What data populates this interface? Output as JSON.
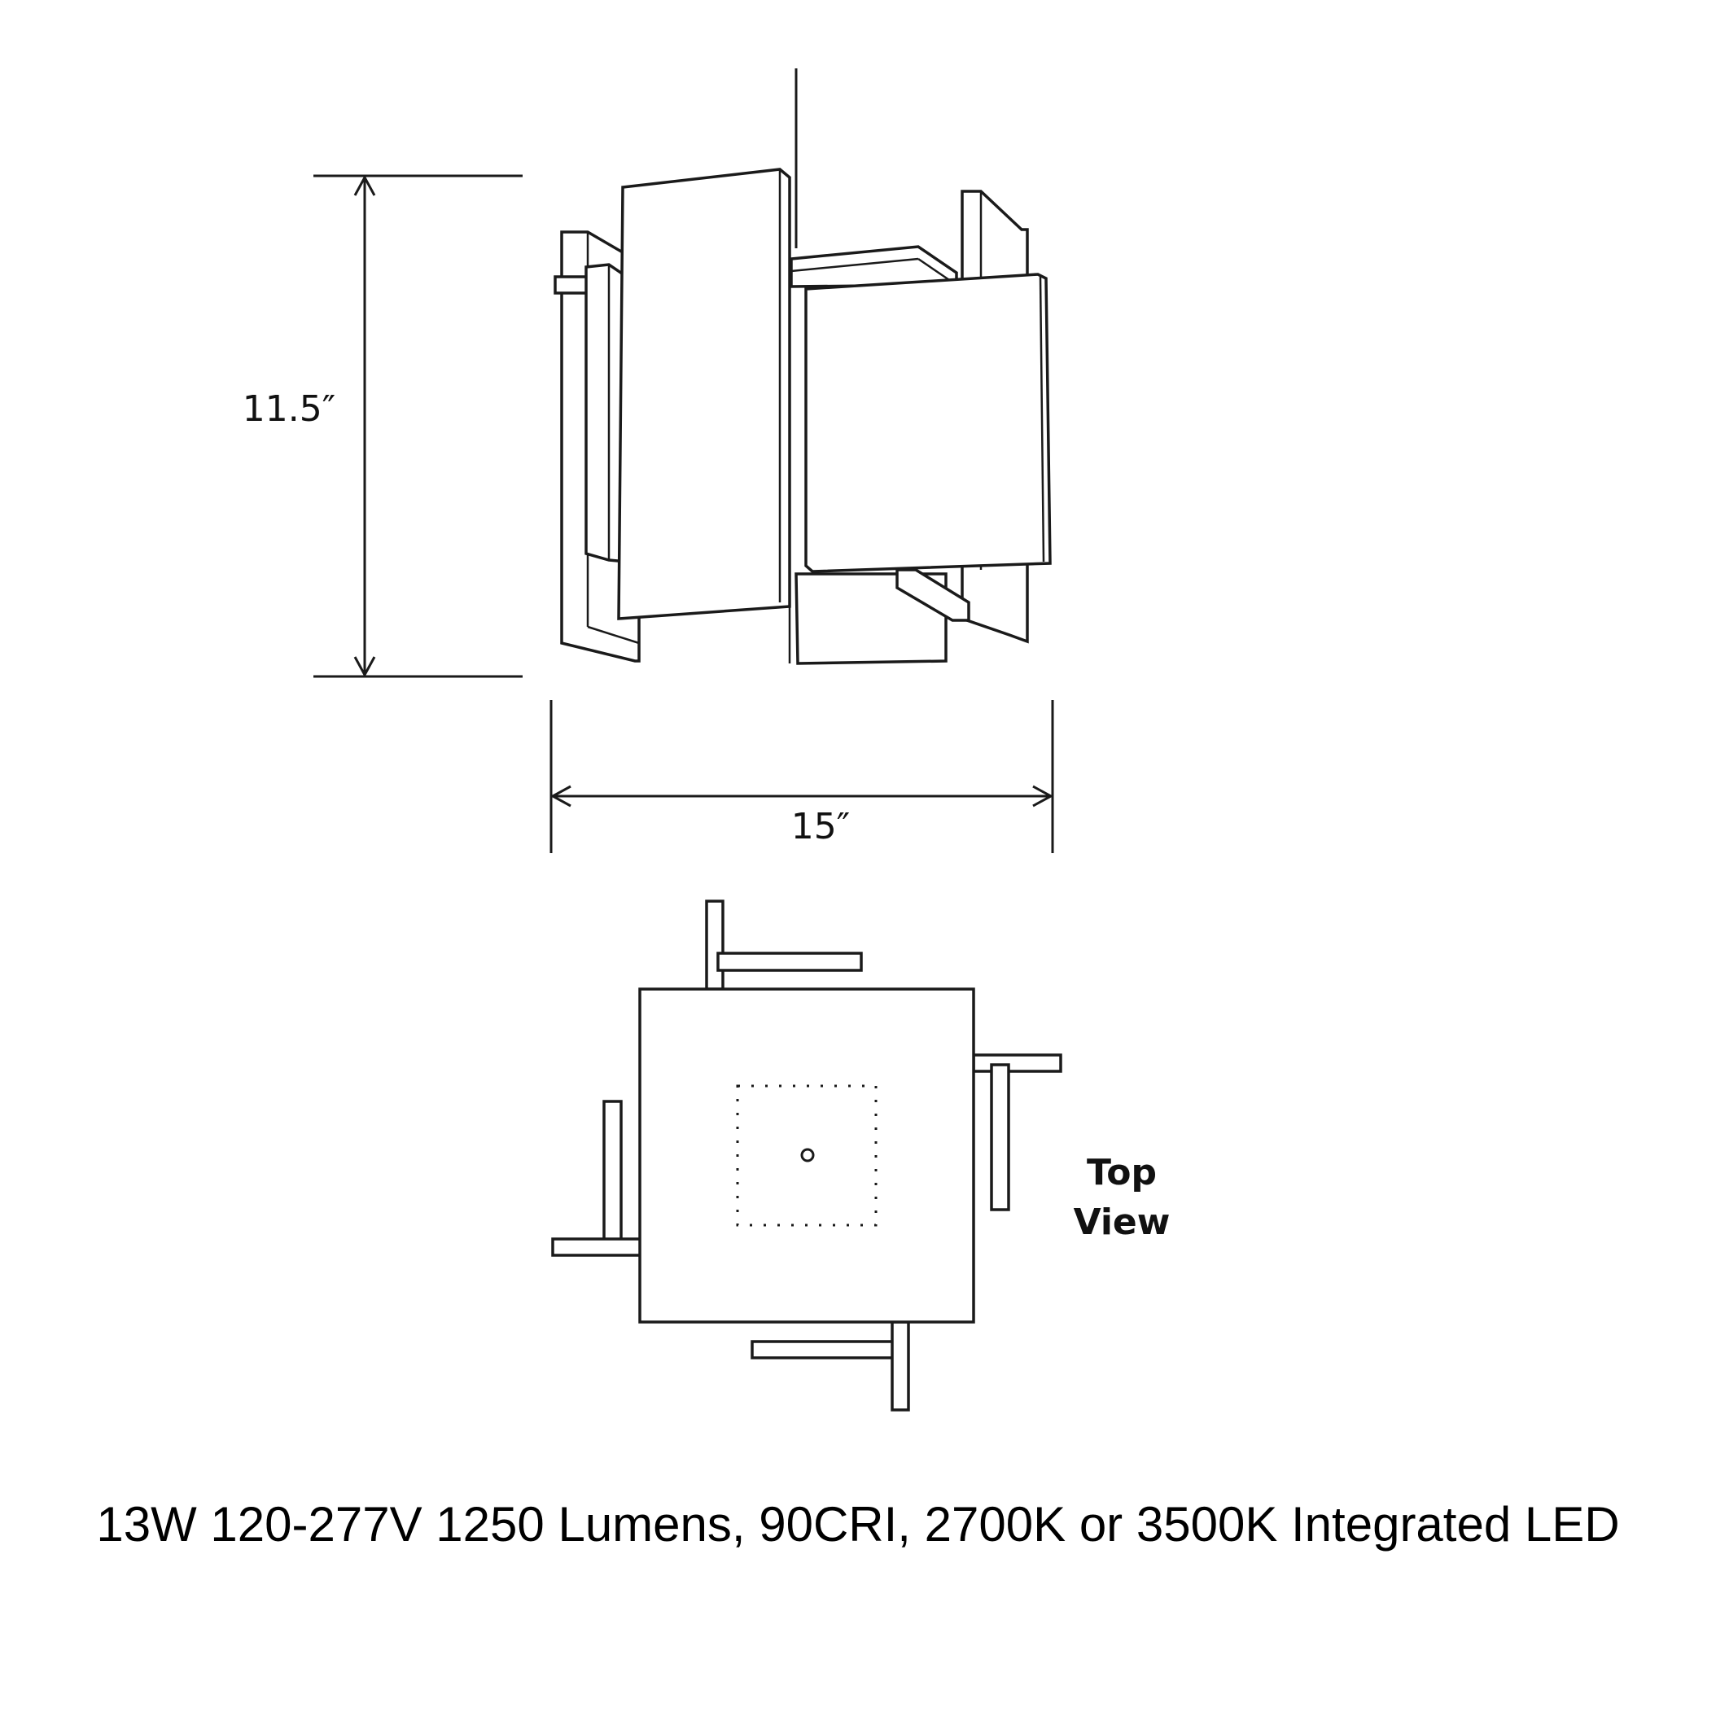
{
  "dimensions": {
    "height_label": "11.5″",
    "width_label": "15″"
  },
  "top_view": {
    "label_line1": "Top",
    "label_line2": "View"
  },
  "specs": {
    "text": "13W 120-277V 1250 Lumens, 90CRI, 2700K or 3500K Integrated LED"
  }
}
